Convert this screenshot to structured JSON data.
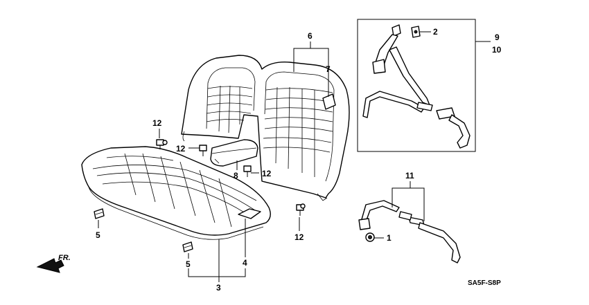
{
  "diagram": {
    "callouts": {
      "c1": "1",
      "c2": "2",
      "c3": "3",
      "c4": "4",
      "c5a": "5",
      "c5b": "5",
      "c6": "6",
      "c7": "7",
      "c8": "8",
      "c9": "9",
      "c10": "10",
      "c11": "11",
      "c12a": "12",
      "c12b": "12",
      "c12c": "12",
      "c12d": "12"
    },
    "direction_label": "FR.",
    "drawing_code": "SA5F-S8P"
  }
}
